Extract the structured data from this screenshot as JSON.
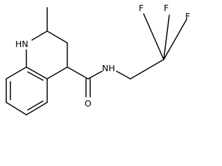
{
  "molecule": {
    "atoms": {
      "nh": "HN",
      "amide_nh": "NH",
      "oxygen": "O",
      "f1": "F",
      "f2": "F",
      "f3": "F"
    },
    "colors": {
      "bond": "#000000",
      "label": "#000000",
      "background": "#ffffff"
    }
  }
}
